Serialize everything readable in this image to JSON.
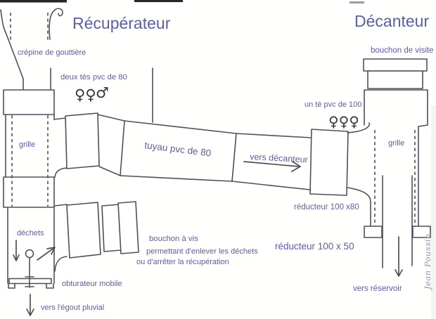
{
  "diagram": {
    "title_left": "Récupérateur",
    "title_right": "Décanteur",
    "labels": {
      "crepine": "crépine de gouttière",
      "deux_tes": "deux tés pvc de 80",
      "grille_left": "grille",
      "tuyau": "tuyau pvc de 80",
      "vers_decanteur": "vers décanteur",
      "un_te": "un té pvc de 100",
      "bouchon_visite": "bouchon de visite",
      "grille_right": "grille",
      "reducteur_80": "réducteur 100 x80",
      "reducteur_50": "réducteur 100 x 50",
      "vers_reservoir": "vers réservoir",
      "dechets": "déchets",
      "bouchon_vis_line1": "bouchon à vis",
      "bouchon_vis_line2": "permettant d'enlever les déchets",
      "bouchon_vis_line3": "ou d'arrêter la récupération",
      "obturateur": "obturateur mobile",
      "vers_egout": "vers l'égout pluvial"
    },
    "symbols": {
      "female_pair": "♀♀",
      "male": "♂",
      "female_triple": "♀♀♀"
    },
    "signature": "Jean Poussin",
    "colors": {
      "line": "#4f4f58",
      "label_text": "#5a5e9e",
      "title_text": "#5c5fa2",
      "symbol": "#35353b",
      "signature": "#9191a3",
      "background": "#fffffe"
    }
  }
}
